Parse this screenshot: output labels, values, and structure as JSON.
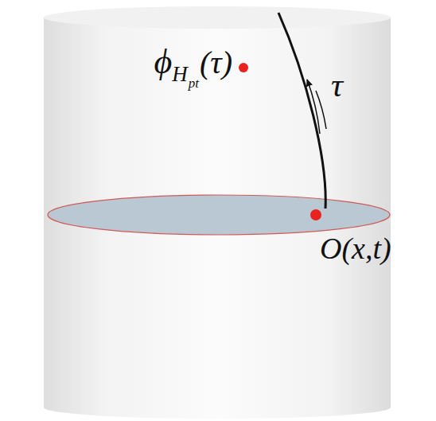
{
  "diagram": {
    "labels": [
      "ϕ",
      "H",
      "pt",
      "(τ)",
      "τ",
      "O(x,t)"
    ]
  }
}
